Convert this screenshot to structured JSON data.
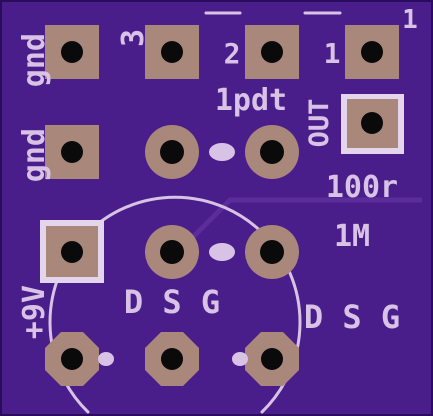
{
  "colors": {
    "board": "#4a1e8a",
    "board_edge": "#2a0b5c",
    "trace": "#5a2d9a",
    "silk": "#d8c2e6",
    "pad_copper": "#a9877b",
    "pad_hole": "#0a0a0a",
    "pad_outline": "#e3d6ec"
  },
  "labels": {
    "gnd_top": "gnd",
    "gnd_mid": "gnd",
    "plus_9v": "+9V",
    "pin3": "3",
    "pin2": "2",
    "pin1": "1",
    "corner_one": "1",
    "out": "OUT",
    "switch": "1pdt",
    "resistor_100r": "100r",
    "resistor_1m": "1M",
    "dsg_left": "D S G",
    "dsg_right": "D S G"
  },
  "pads": {
    "square": [
      "gnd-top",
      "pin3",
      "pin2",
      "pin1",
      "out",
      "gnd-mid",
      "nine-v"
    ],
    "round": [
      "switch-left",
      "switch-right",
      "resistor-left",
      "resistor-right"
    ],
    "octagon": [
      "transistor-drain",
      "transistor-source",
      "transistor-gate"
    ]
  }
}
